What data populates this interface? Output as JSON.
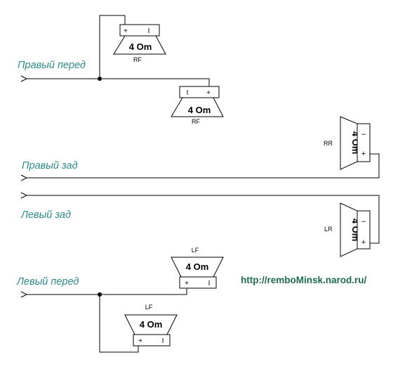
{
  "channels": {
    "right_front": "Правый перед",
    "right_rear": "Правый зад",
    "left_rear": "Левый зад",
    "left_front": "Левый перед"
  },
  "speakers": {
    "rf_top": {
      "tag": "RF",
      "impedance": "4 Om",
      "pos_mark": "+",
      "neg_mark": "I"
    },
    "rf_bottom": {
      "tag": "RF",
      "impedance": "4 Om",
      "pos_mark": "+",
      "neg_mark": "I"
    },
    "rr": {
      "tag": "RR",
      "impedance": "4 Om",
      "pos_mark": "+",
      "neg_mark": "–"
    },
    "lr": {
      "tag": "LR",
      "impedance": "4 Om",
      "pos_mark": "+",
      "neg_mark": "–"
    },
    "lf_top": {
      "tag": "LF",
      "impedance": "4 Om",
      "pos_mark": "+",
      "neg_mark": "I"
    },
    "lf_bottom": {
      "tag": "LF",
      "impedance": "4 Om",
      "pos_mark": "+",
      "neg_mark": "I"
    }
  },
  "website": "http://remboMinsk.narod.ru/",
  "colors": {
    "label": "#2e8a8a",
    "link": "#1d6b52",
    "wire": "#000000"
  }
}
